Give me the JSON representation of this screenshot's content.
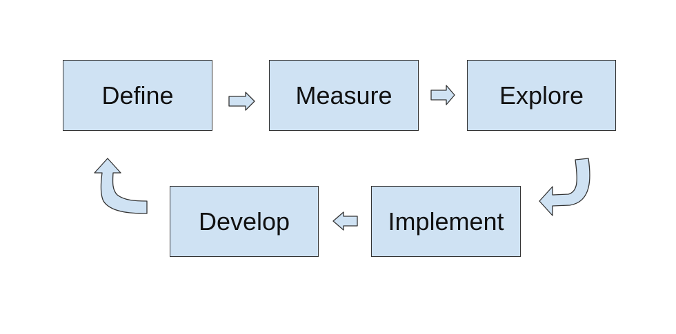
{
  "diagram": {
    "steps": [
      {
        "id": "define",
        "label": "Define"
      },
      {
        "id": "measure",
        "label": "Measure"
      },
      {
        "id": "explore",
        "label": "Explore"
      },
      {
        "id": "implement",
        "label": "Implement"
      },
      {
        "id": "develop",
        "label": "Develop"
      }
    ],
    "connections": [
      {
        "from": "define",
        "to": "measure"
      },
      {
        "from": "measure",
        "to": "explore"
      },
      {
        "from": "explore",
        "to": "implement"
      },
      {
        "from": "implement",
        "to": "develop"
      },
      {
        "from": "develop",
        "to": "define"
      }
    ],
    "colors": {
      "box_fill": "#cfe2f3",
      "box_border": "#333333",
      "text": "#111111",
      "arrow_fill": "#cfe2f3",
      "background": "#ffffff"
    }
  }
}
